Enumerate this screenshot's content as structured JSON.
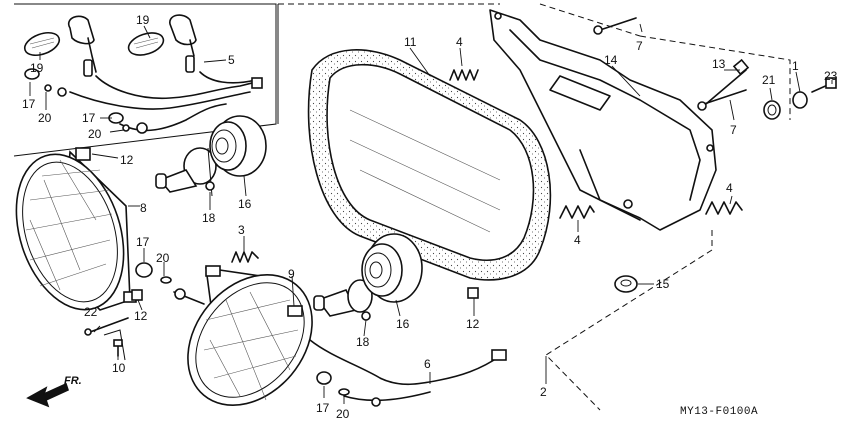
{
  "diagram_code": "MY13-F0100A",
  "front_arrow": "FR.",
  "callouts": [
    {
      "id": "c11",
      "label": "11"
    },
    {
      "id": "c4a",
      "label": "4"
    },
    {
      "id": "c7a",
      "label": "7"
    },
    {
      "id": "c14",
      "label": "14"
    },
    {
      "id": "c13",
      "label": "13"
    },
    {
      "id": "c7b",
      "label": "7"
    },
    {
      "id": "c21",
      "label": "21"
    },
    {
      "id": "c1",
      "label": "1"
    },
    {
      "id": "c23",
      "label": "23"
    },
    {
      "id": "c19a",
      "label": "19"
    },
    {
      "id": "c19b",
      "label": "19"
    },
    {
      "id": "c5",
      "label": "5"
    },
    {
      "id": "c17a",
      "label": "17"
    },
    {
      "id": "c20a",
      "label": "20"
    },
    {
      "id": "c17b",
      "label": "17"
    },
    {
      "id": "c20b",
      "label": "20"
    },
    {
      "id": "c12a",
      "label": "12"
    },
    {
      "id": "c8",
      "label": "8"
    },
    {
      "id": "c18a",
      "label": "18"
    },
    {
      "id": "c16a",
      "label": "16"
    },
    {
      "id": "c3",
      "label": "3"
    },
    {
      "id": "c4b",
      "label": "4"
    },
    {
      "id": "c4c",
      "label": "4"
    },
    {
      "id": "c17c",
      "label": "17"
    },
    {
      "id": "c20c",
      "label": "20"
    },
    {
      "id": "c9",
      "label": "9"
    },
    {
      "id": "c12b",
      "label": "12"
    },
    {
      "id": "c22",
      "label": "22"
    },
    {
      "id": "c10",
      "label": "10"
    },
    {
      "id": "c18b",
      "label": "18"
    },
    {
      "id": "c16b",
      "label": "16"
    },
    {
      "id": "c12c",
      "label": "12"
    },
    {
      "id": "c15",
      "label": "15"
    },
    {
      "id": "c6",
      "label": "6"
    },
    {
      "id": "c2",
      "label": "2"
    },
    {
      "id": "c17d",
      "label": "17"
    },
    {
      "id": "c20d",
      "label": "20"
    }
  ]
}
